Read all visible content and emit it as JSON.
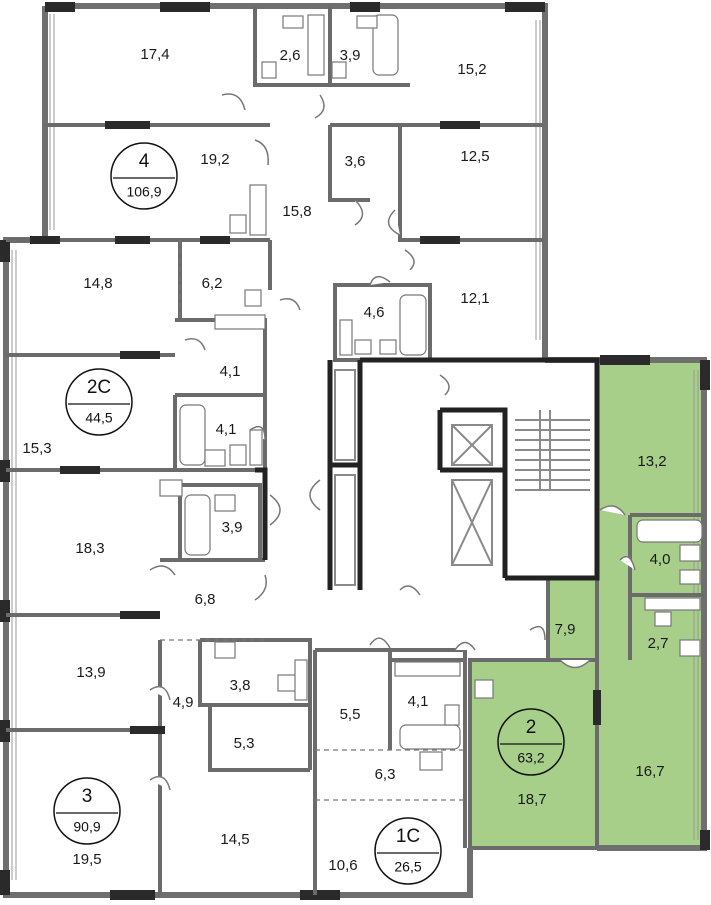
{
  "colors": {
    "highlight": "#a7cf8a",
    "wall": "#6b6b6b",
    "core": "#222222"
  },
  "apartments": [
    {
      "id": "apt-4",
      "number": "4",
      "area": "106,9"
    },
    {
      "id": "apt-2c",
      "number": "2С",
      "area": "44,5"
    },
    {
      "id": "apt-3",
      "number": "3",
      "area": "90,9"
    },
    {
      "id": "apt-1c",
      "number": "1С",
      "area": "26,5"
    },
    {
      "id": "apt-2",
      "number": "2",
      "area": "63,2"
    }
  ],
  "rooms": [
    "17,4",
    "2,6",
    "3,9",
    "15,2",
    "19,2",
    "3,6",
    "12,5",
    "15,8",
    "14,8",
    "6,2",
    "4,6",
    "12,1",
    "4,1",
    "4,1",
    "15,3",
    "13,2",
    "3,9",
    "18,3",
    "4,0",
    "6,8",
    "7,9",
    "2,7",
    "13,9",
    "3,8",
    "4,9",
    "5,5",
    "4,1",
    "5,3",
    "6,3",
    "18,7",
    "16,7",
    "19,5",
    "14,5",
    "10,6"
  ]
}
